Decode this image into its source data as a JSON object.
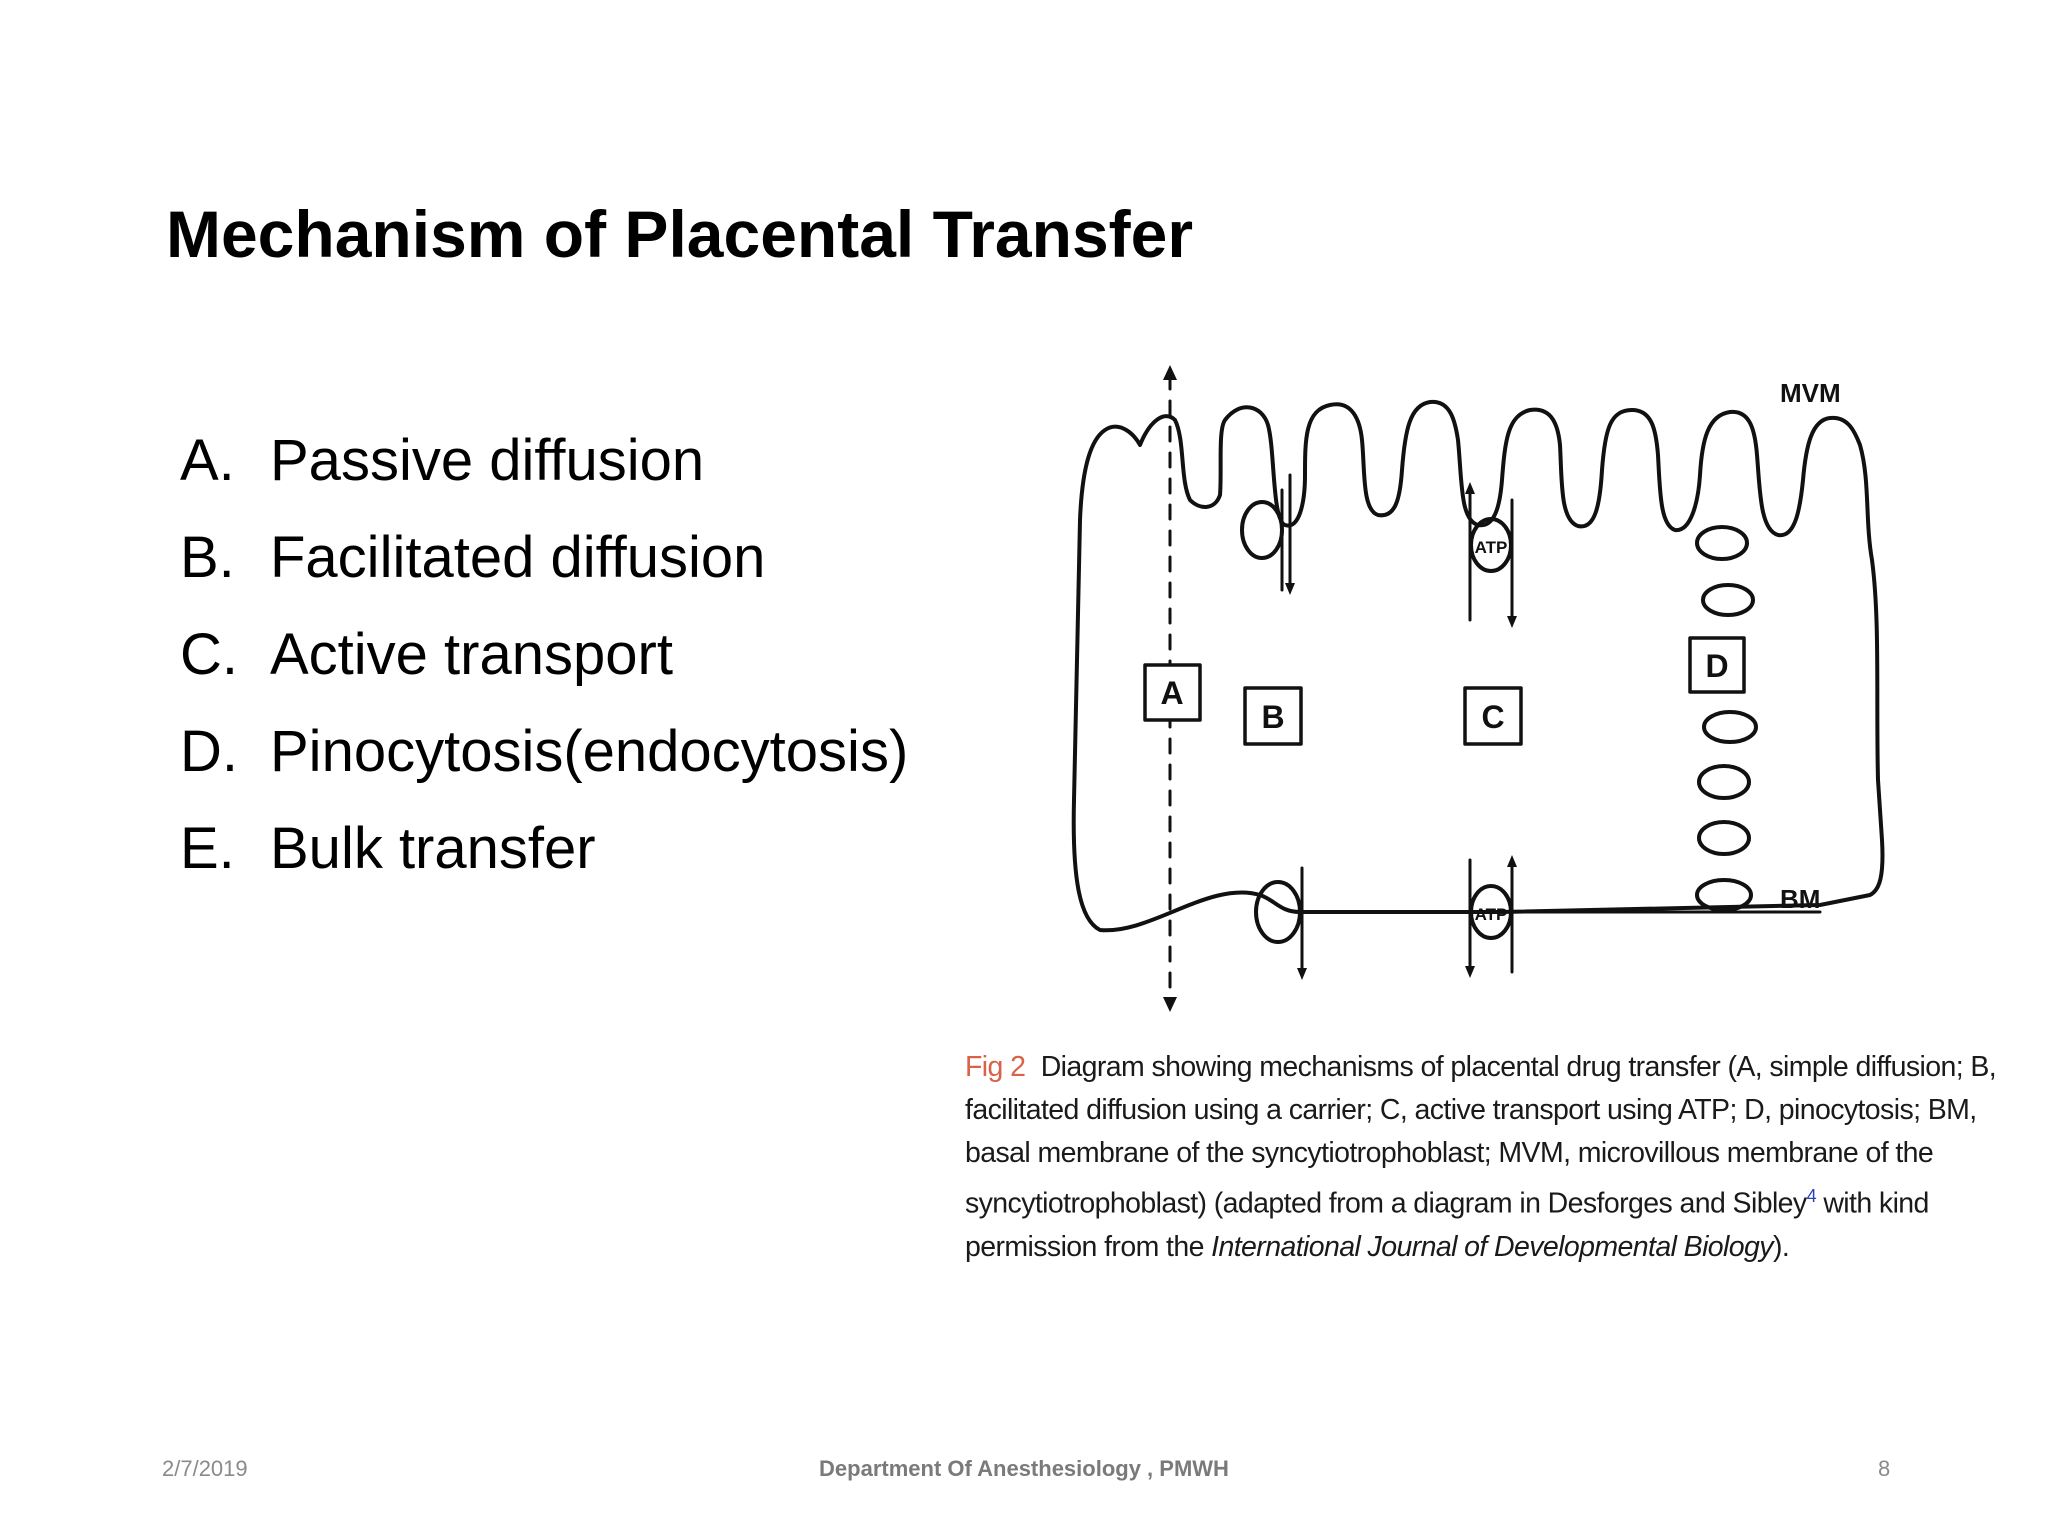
{
  "slide": {
    "title": "Mechanism of Placental Transfer",
    "list": [
      {
        "marker": "A.",
        "text": "Passive diffusion"
      },
      {
        "marker": "B.",
        "text": "Facilitated diffusion"
      },
      {
        "marker": "C.",
        "text": "Active transport"
      },
      {
        "marker": "D.",
        "text": "Pinocytosis(endocytosis)"
      },
      {
        "marker": "E.",
        "text": "Bulk transfer"
      }
    ]
  },
  "diagram": {
    "label_mvm": "MVM",
    "label_bm": "BM",
    "box_a": "A",
    "box_b": "B",
    "box_c": "C",
    "box_d": "D",
    "atp_top": "ATP",
    "atp_bottom": "ATP"
  },
  "caption": {
    "fig_label": "Fig 2",
    "part1": "Diagram showing mechanisms of placental drug transfer (A, simple diffusion; B, facilitated diffusion using a carrier; C, active transport using ATP; D, pinocytosis; BM, basal membrane of the syncytiotrophoblast; MVM, microvillous membrane of the syncytiotrophoblast) (adapted from a diagram in Desforges and Sibley",
    "superscript": "4",
    "part2": " with kind permission from the ",
    "journal": "International Journal of Developmental Biology",
    "part3": ")."
  },
  "footer": {
    "date": "2/7/2019",
    "department": "Department Of Anesthesiology , PMWH",
    "page_number": "8"
  }
}
